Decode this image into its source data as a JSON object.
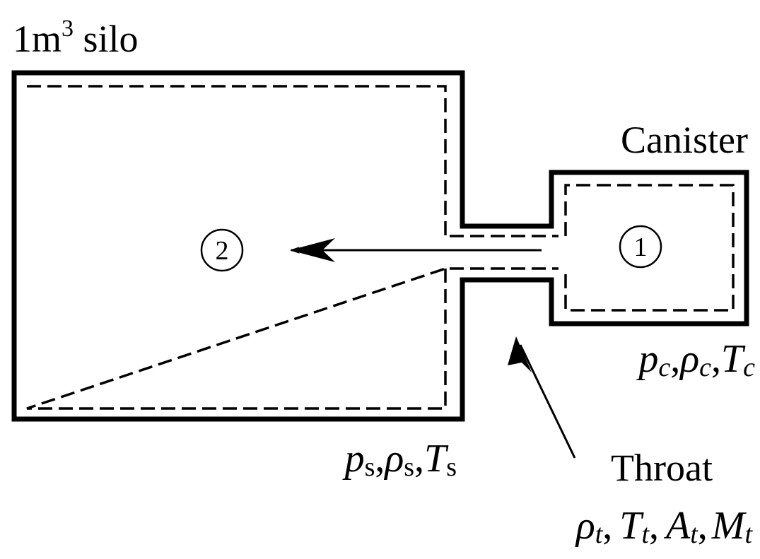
{
  "colors": {
    "stroke": "#000000",
    "background": "#ffffff"
  },
  "silo": {
    "label_prefix": "1m",
    "label_exponent": "3",
    "label_suffix": " silo",
    "region_number": "2",
    "state_labels": {
      "p": "p",
      "p_sub": "s",
      "rho": "ρ",
      "rho_sub": "s",
      "T": "T",
      "T_sub": "s",
      "sep": ","
    }
  },
  "canister": {
    "label": "Canister",
    "region_number": "1",
    "state_labels": {
      "p": "p",
      "p_sub": "c",
      "rho": "ρ",
      "rho_sub": "c",
      "T": "T",
      "T_sub": "c",
      "sep": ","
    }
  },
  "throat": {
    "label": "Throat",
    "state_labels": {
      "rho": "ρ",
      "rho_sub": "t",
      "T": "T",
      "T_sub": "t",
      "A": "A",
      "A_sub": "t",
      "M": "M",
      "M_sub": "t",
      "sep": ","
    }
  }
}
